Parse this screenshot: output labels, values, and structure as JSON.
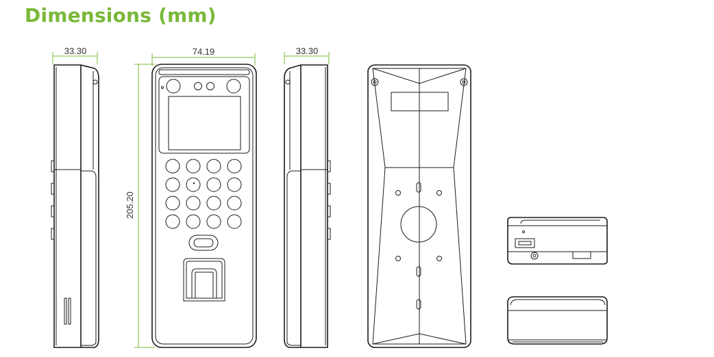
{
  "title": "Dimensions (mm)",
  "accent_color": "#7ab839",
  "dimensions": {
    "side_left_depth": "33.30",
    "front_width": "74.19",
    "side_right_depth": "33.30",
    "front_height": "205.20"
  }
}
